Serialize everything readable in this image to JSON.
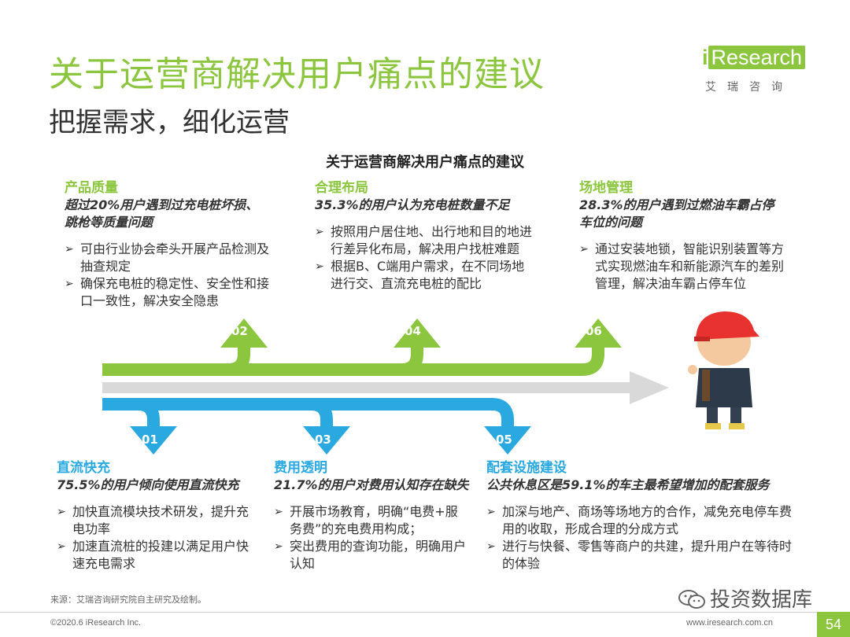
{
  "header": {
    "title": "关于运营商解决用户痛点的建议",
    "subtitle": "把握需求，细化运营"
  },
  "logo": {
    "i": "i",
    "rest": "Research",
    "cn": "艾瑞咨询"
  },
  "diagram": {
    "title": "关于运营商解决用户痛点的建议",
    "steps": [
      {
        "num": "01",
        "heading": "直流快充",
        "stat": "75.5%的用户倾向使用直流快充",
        "points": [
          "加快直流模块技术研发，提升充电功率",
          "加速直流桩的投建以满足用户快速充电需求"
        ]
      },
      {
        "num": "02",
        "heading": "产品质量",
        "stat": "超过20%用户遇到过充电桩坏损、跳枪等质量问题",
        "points": [
          "可由行业协会牵头开展产品检测及抽查规定",
          "确保充电桩的稳定性、安全性和接口一致性，解决安全隐患"
        ]
      },
      {
        "num": "03",
        "heading": "费用透明",
        "stat": "21.7%的用户对费用认知存在缺失",
        "points": [
          "开展市场教育，明确“电费+服务费”的充电费用构成；",
          "突出费用的查询功能，明确用户认知"
        ]
      },
      {
        "num": "04",
        "heading": "合理布局",
        "stat": "35.3%的用户认为充电桩数量不足",
        "points": [
          "按照用户居住地、出行地和目的地进行差异化布局，解决用户找桩难题",
          "根据B、C端用户需求，在不同场地进行交、直流充电桩的配比"
        ]
      },
      {
        "num": "05",
        "heading": "配套设施建设",
        "stat": "公共休息区是59.1%的车主最希望增加的配套服务",
        "points": [
          "加深与地产、商场等场地方的合作，减免充电停车费用的收取，形成合理的分成方式",
          "进行与快餐、零售等商户的共建，提升用户在等待时的体验"
        ]
      },
      {
        "num": "06",
        "heading": "场地管理",
        "stat": "28.3%的用户遇到过燃油车霸占停车位的问题",
        "points": [
          "通过安装地锁，智能识别装置等方式实现燃油车和新能源汽车的差别管理，解决油车霸占停车位"
        ]
      }
    ]
  },
  "footer": {
    "source": "来源：艾瑞咨询研究院自主研究及绘制。",
    "copyright": "©2020.6 iResearch Inc.",
    "site": "www.iresearch.com.cn",
    "page": "54",
    "watermark": "投资数据库"
  },
  "colors": {
    "green": "#8cc63f",
    "blue": "#29a9e0",
    "gray": "#d9d9d9"
  }
}
